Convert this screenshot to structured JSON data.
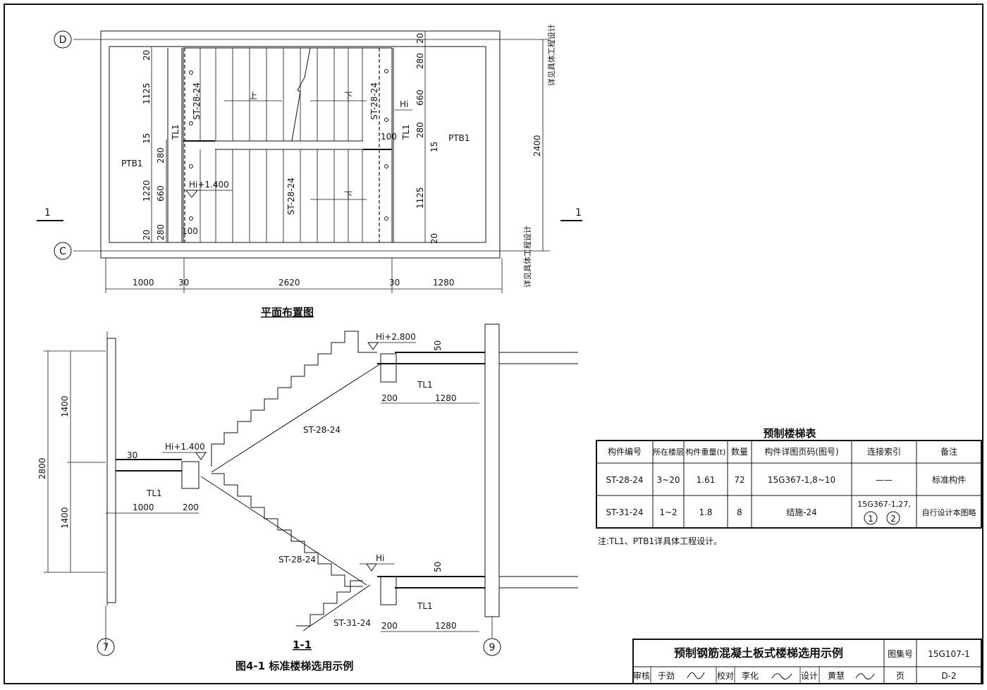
{
  "plan": {
    "axes": {
      "D": "D",
      "C": "C",
      "ax7": "7",
      "ax9": "9"
    },
    "section_marks": {
      "left": "1",
      "right": "1"
    },
    "labels": {
      "ptb1_left": "PTB1",
      "ptb1_right": "PTB1",
      "tl1_left": "TL1",
      "tl1_right": "TL1",
      "st_upper_left": "ST-28-24",
      "st_upper_right": "ST-28-24",
      "st_lower": "ST-28-24",
      "up": "上",
      "down": "下",
      "down2": "下",
      "elev_mid": "Hi+1.400",
      "elev_hi": "Hi",
      "dim_100_a": "100",
      "dim_100_b": "100"
    },
    "left_dims": [
      "20",
      "1125",
      "15",
      "280",
      "1220",
      "660",
      "20",
      "280"
    ],
    "right_dims": [
      "20",
      "280",
      "660",
      "280",
      "15",
      "1125",
      "20"
    ],
    "bottom_dims": [
      "1000",
      "30",
      "2620",
      "30",
      "1280"
    ],
    "right_total": "2400",
    "note_top": "详见具体工程设计",
    "note_bottom": "详见具体工程设计",
    "title": "平面布置图"
  },
  "section": {
    "dims_left": [
      "2800",
      "1400",
      "1400"
    ],
    "elev_top": "Hi+2.800",
    "elev_mid": "Hi+1.400",
    "elev_bot": "Hi",
    "st_top": "ST-28-24",
    "st_mid": "ST-28-24",
    "st_bot": "ST-31-24",
    "tl1_top": "TL1",
    "tl1_mid": "TL1",
    "tl1_bot": "TL1",
    "dim_30": "30",
    "dim_50_top": "50",
    "dim_50_bot": "50",
    "dim_200_top": "200",
    "dim_1280_top": "1280",
    "dim_1000": "1000",
    "dim_200_mid": "200",
    "dim_200_bot": "200",
    "dim_1280_bot": "1280",
    "title": "1-1",
    "figure": "图4-1  标准楼梯选用示例"
  },
  "table": {
    "title": "预制楼梯表",
    "headers": [
      "构件编号",
      "所在楼层",
      "构件重量(t)",
      "数量",
      "构件详图页码(图号)",
      "连接索引",
      "备注"
    ],
    "rows": [
      [
        "ST-28-24",
        "3~20",
        "1.61",
        "72",
        "15G367-1,8~10",
        "——",
        "标准构件"
      ],
      [
        "ST-31-24",
        "1~2",
        "1.8",
        "8",
        "结施-24",
        "15G367-1,27,",
        "自行设计本图略"
      ]
    ],
    "circle_marks": [
      "1",
      "2"
    ],
    "note": "注:TL1、PTB1详具体工程设计。"
  },
  "titleblock": {
    "main": "预制钢筋混凝土板式楼梯选用示例",
    "atlas_label": "图集号",
    "atlas_no": "15G107-1",
    "row": [
      "审核",
      "于劲",
      "校对",
      "李化",
      "设计",
      "黄慧",
      "页",
      "D-2"
    ]
  }
}
